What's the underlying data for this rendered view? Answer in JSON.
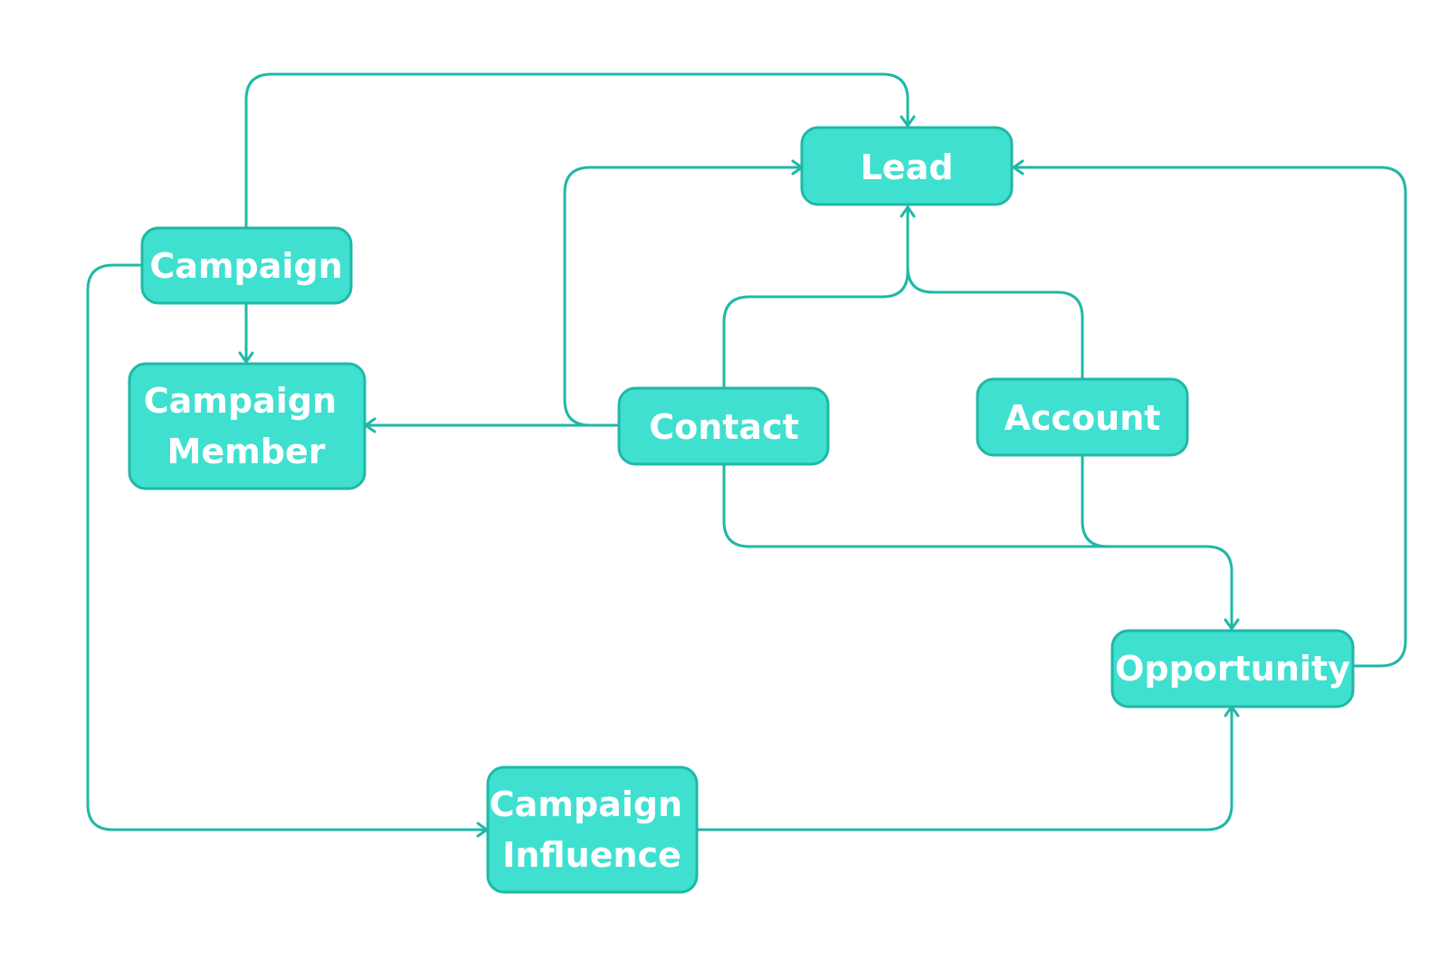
{
  "colors": {
    "node_fill": "#40E0D0",
    "node_stroke": "#1FB8A6",
    "edge": "#1FB8A6",
    "label": "#FFFFFF",
    "background": "#FFFFFF"
  },
  "nodes": {
    "lead": {
      "lines": [
        "Lead"
      ]
    },
    "campaign": {
      "lines": [
        "Campaign"
      ]
    },
    "campaign_member": {
      "lines": [
        "Campaign",
        "Member"
      ]
    },
    "contact": {
      "lines": [
        "Contact"
      ]
    },
    "account": {
      "lines": [
        "Account"
      ]
    },
    "opportunity": {
      "lines": [
        "Opportunity"
      ]
    },
    "campaign_influence": {
      "lines": [
        "Campaign",
        "Influence"
      ]
    }
  },
  "edges": [
    {
      "from": "Campaign",
      "to": "Lead"
    },
    {
      "from": "Campaign",
      "to": "Campaign Member"
    },
    {
      "from": "Campaign",
      "to": "Campaign Influence"
    },
    {
      "from": "Contact",
      "to": "Lead"
    },
    {
      "from": "Contact",
      "to": "Campaign Member"
    },
    {
      "from": "Contact",
      "to": "Opportunity"
    },
    {
      "from": "Account",
      "to": "Lead"
    },
    {
      "from": "Account",
      "to": "Opportunity"
    },
    {
      "from": "Opportunity",
      "to": "Lead"
    },
    {
      "from": "Campaign Influence",
      "to": "Opportunity"
    }
  ]
}
